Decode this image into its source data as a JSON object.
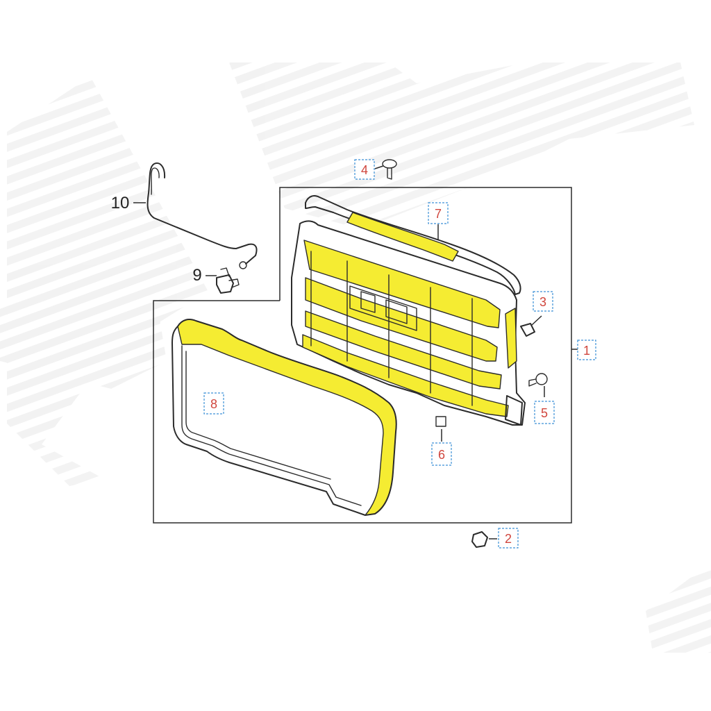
{
  "callouts": {
    "c1": "1",
    "c2": "2",
    "c3": "3",
    "c4": "4",
    "c5": "5",
    "c6": "6",
    "c7": "7",
    "c8": "8",
    "c9": "9",
    "c10": "10"
  },
  "colors": {
    "highlight": "#f5ec32",
    "callout_border": "#3a8fd6",
    "callout_text": "#d0453c",
    "line": "#2b2b2b",
    "watermark": "#e6e6e6"
  },
  "icons": [
    "grille-assembly-icon",
    "grille-surround-trim-icon",
    "upper-molding-icon",
    "wiring-harness-icon",
    "clip-icon",
    "screw-icon",
    "push-pin-icon",
    "nut-icon",
    "bracket-icon"
  ]
}
